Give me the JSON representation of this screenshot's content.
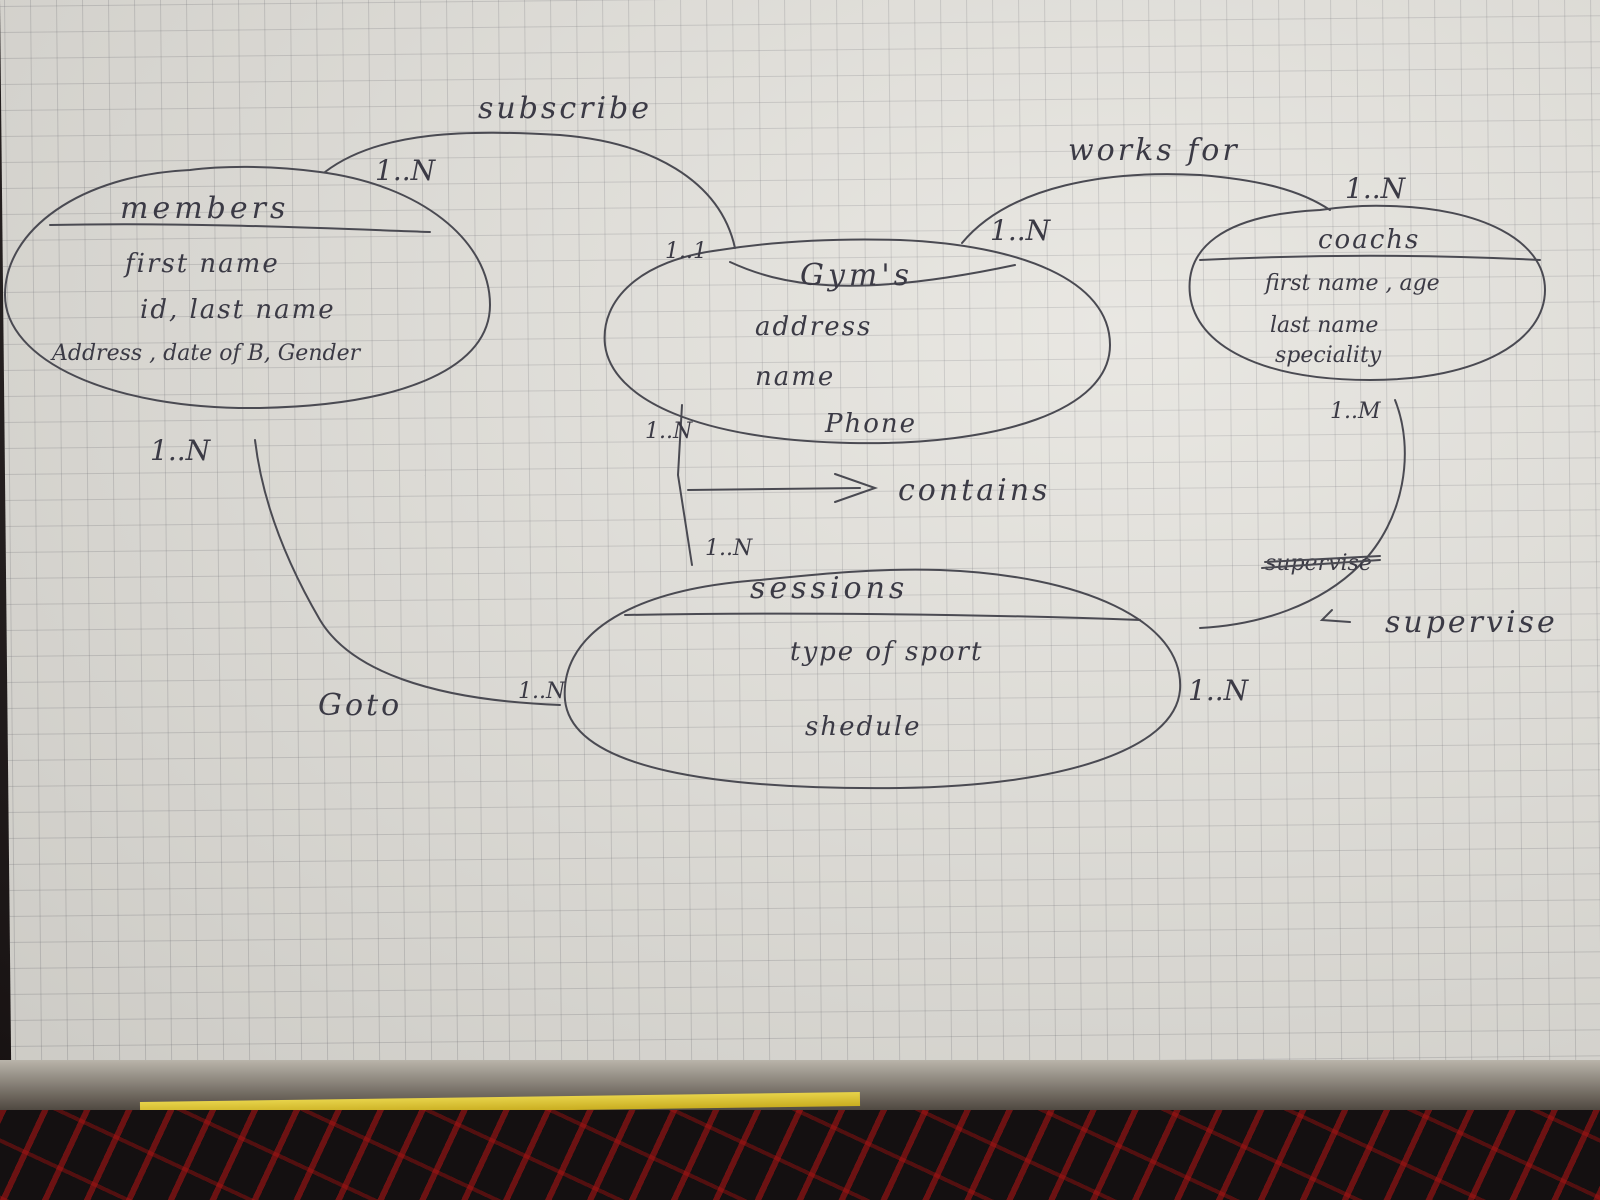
{
  "entities": {
    "members": {
      "name": "members",
      "attr_1": "first name",
      "attr_2": "id, last name",
      "attr_3": "Address , date of B, Gender"
    },
    "gyms": {
      "name": "Gym's",
      "attr_1": "address",
      "attr_2": "name",
      "attr_3": "Phone"
    },
    "coachs": {
      "name": "coachs",
      "attr_1": "first name , age",
      "attr_2": "last name",
      "attr_3": "speciality"
    },
    "sessions": {
      "name": "sessions",
      "attr_1": "type of sport",
      "attr_2": "shedule"
    }
  },
  "relationships": {
    "subscribe": {
      "label": "subscribe",
      "card_members": "1..N",
      "card_gyms": "1..1"
    },
    "works_for": {
      "label": "works for",
      "card_gyms": "1..N",
      "card_coachs": "1..N"
    },
    "contains": {
      "label": "contains",
      "card_gyms": "1..N",
      "card_sessions": "1..N"
    },
    "goto": {
      "label": "Goto",
      "card_members": "1..N",
      "card_sessions": "1..N"
    },
    "supervise": {
      "label": "supervise",
      "card_coachs": "1..M",
      "card_sessions": "1..N",
      "crossed_out": "supervise"
    }
  },
  "colors": {
    "ink": "#4a4a52",
    "paper": "#e4e2dc",
    "grid": "#8a8a90"
  }
}
